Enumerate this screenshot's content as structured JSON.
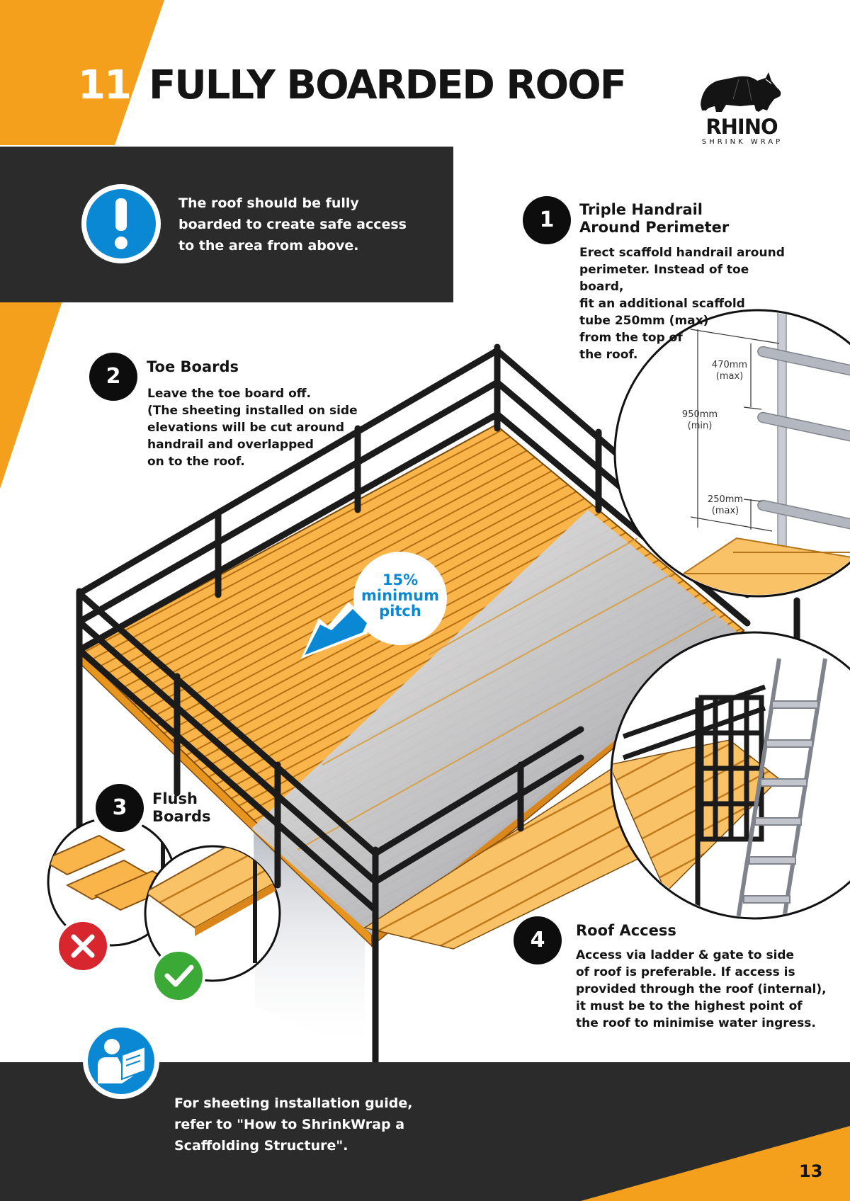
{
  "header": {
    "section_number": "11",
    "title": "FULLY BOARDED ROOF"
  },
  "logo": {
    "name": "RHINO",
    "tagline": "SHRINK WRAP"
  },
  "info_box": {
    "icon": "exclamation-icon",
    "text": "The roof should be fully boarded to create safe access to the area from above."
  },
  "steps": [
    {
      "number": "1",
      "title": "Triple Handrail\nAround Perimeter",
      "body": "Erect scaffold handrail around\nperimeter. Instead of toe board,\nfit an additional scaffold\ntube 250mm (max)\nfrom the top of\nthe roof."
    },
    {
      "number": "2",
      "title": "Toe Boards",
      "body": "Leave the toe board off.\n(The sheeting installed on side\nelevations will be cut around\nhandrail and overlapped\non to the roof."
    },
    {
      "number": "3",
      "title": "Flush\nBoards",
      "body": ""
    },
    {
      "number": "4",
      "title": "Roof Access",
      "body": "Access via ladder & gate to side\nof roof is preferable. If access is\nprovided through the roof (internal),\nit must be to the highest point of\nthe roof to minimise water ingress."
    }
  ],
  "pitch_label": "15%\nminimum\npitch",
  "dimensions": {
    "top_gap": "470mm\n(max)",
    "overall": "950mm\n(min)",
    "bottom_gap": "250mm\n(max)"
  },
  "footer": {
    "icon": "reading-manual-icon",
    "text": "For sheeting installation guide,\nrefer to \"How to ShrinkWrap a\nScaffolding Structure\"."
  },
  "page_number": "13",
  "colors": {
    "accent_orange": "#f4a01c",
    "dark_panel": "#2b2b2b",
    "info_blue": "#0a88d4",
    "board_orange": "#f9b54a",
    "cross_red": "#d7262e",
    "check_green": "#3aa935"
  }
}
